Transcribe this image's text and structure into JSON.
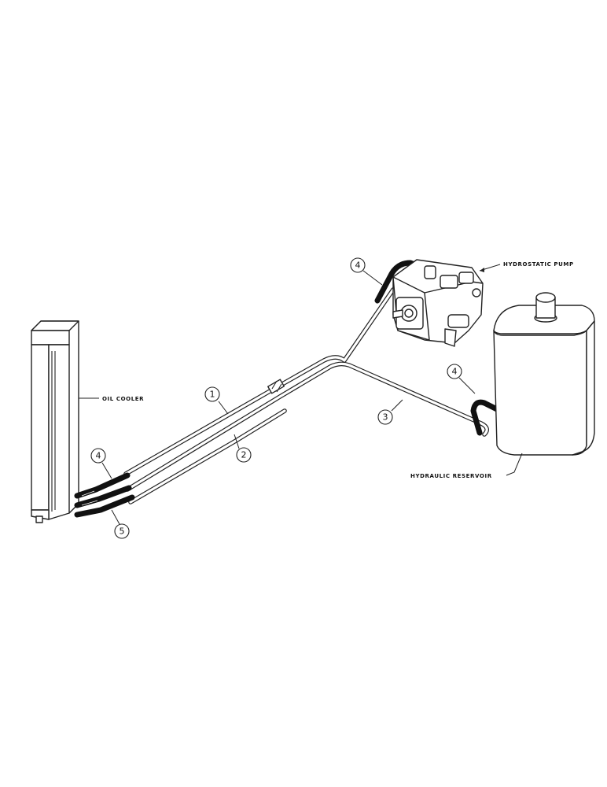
{
  "labels": {
    "oil_cooler": "OIL COOLER",
    "hydrostatic_pump": "HYDROSTATIC PUMP",
    "hydraulic_reservoir": "HYDRAULIC RESERVOIR"
  },
  "callouts": {
    "c1": "1",
    "c2": "2",
    "c3": "3",
    "c4_pump": "4",
    "c4_reservoir": "4",
    "c4_cooler": "4",
    "c5": "5"
  }
}
